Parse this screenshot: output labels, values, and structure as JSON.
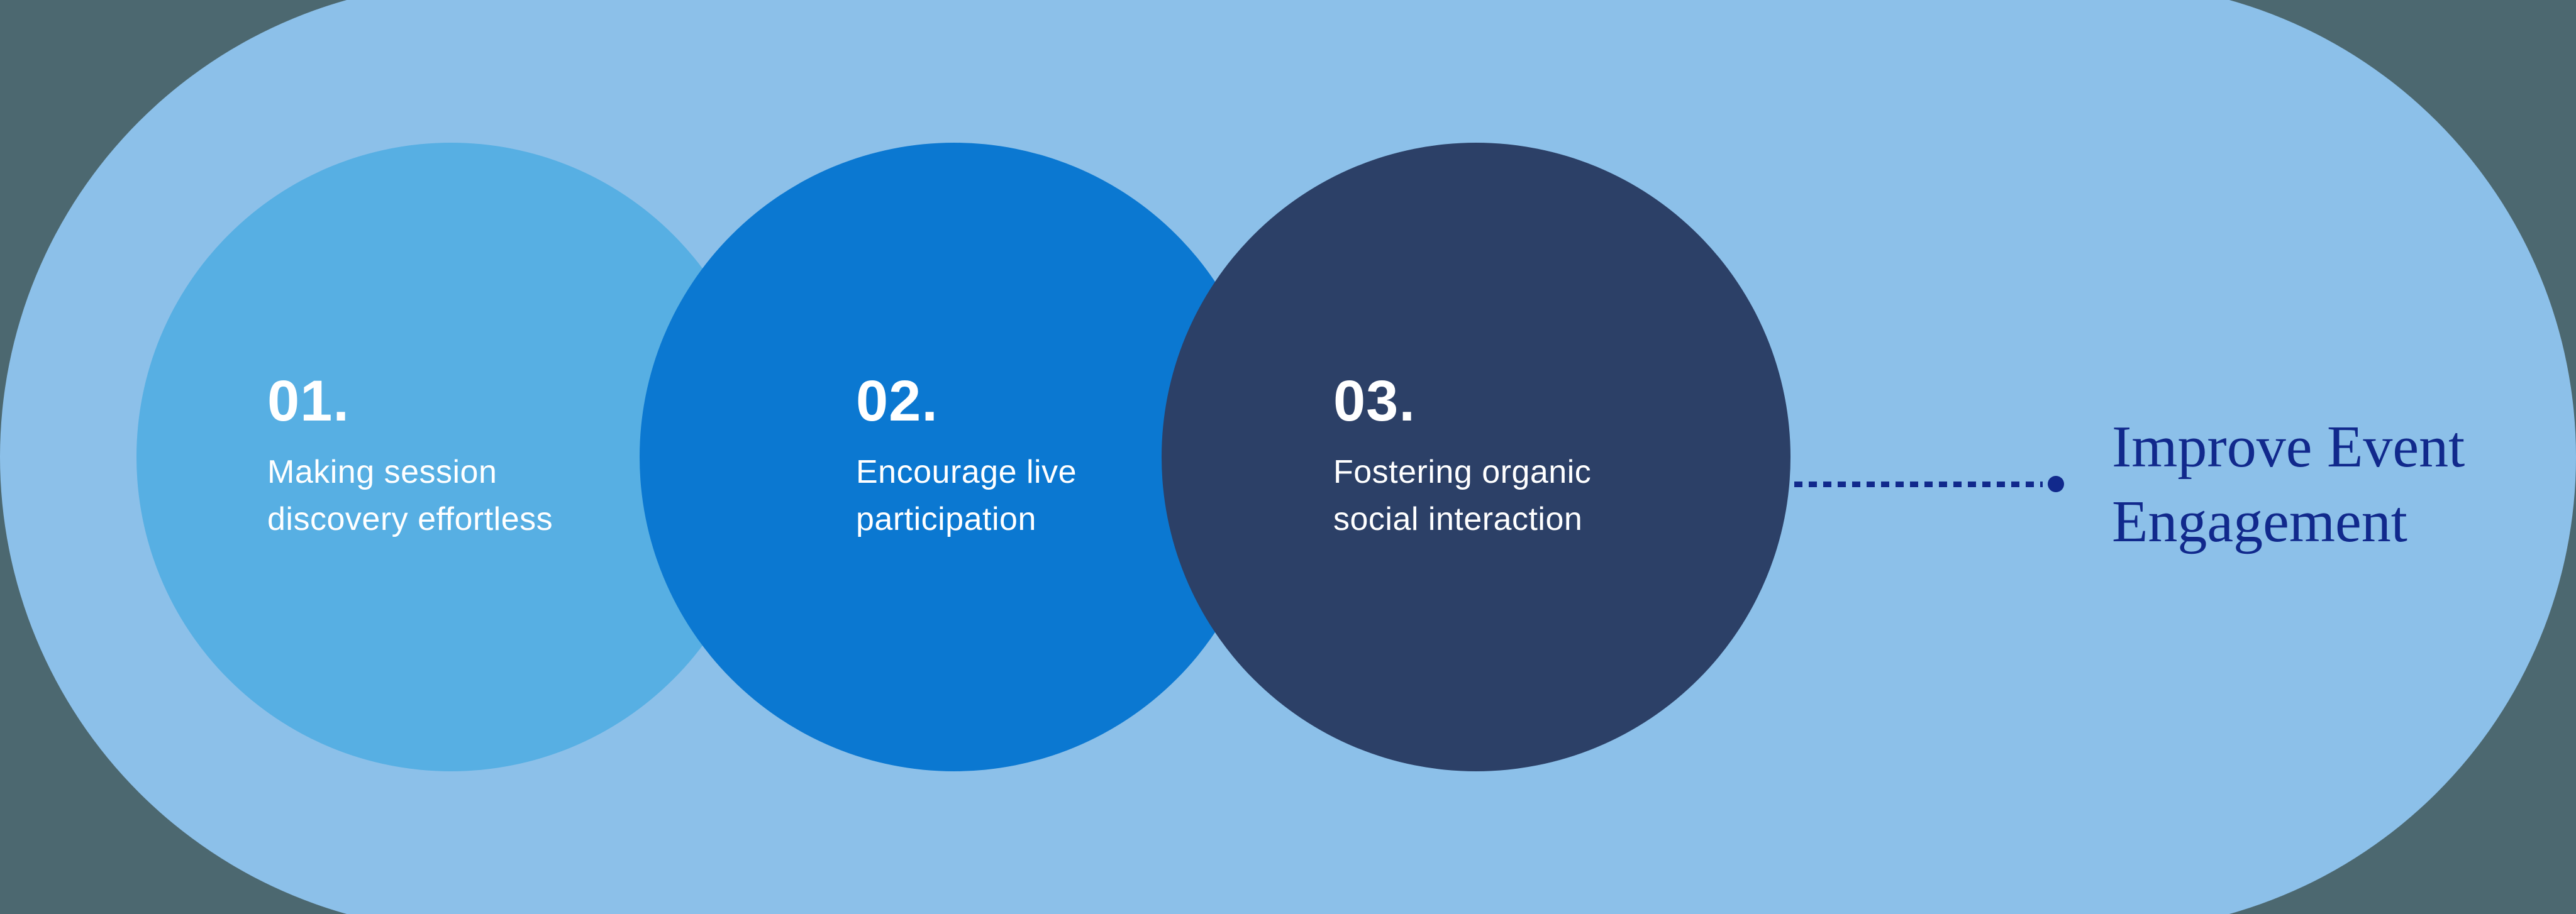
{
  "steps": [
    {
      "number": "01.",
      "label": "Making session\ndiscovery effortless"
    },
    {
      "number": "02.",
      "label": "Encourage live\nparticipation"
    },
    {
      "number": "03.",
      "label": "Fostering organic\nsocial interaction"
    }
  ],
  "outcome": {
    "label": "Improve Event\nEngagement"
  },
  "colors": {
    "bg-outside": "#4c6870",
    "pill": "#8cc0e9",
    "circle-1": "#57afe3",
    "circle-2": "#0b78d1",
    "circle-3": "#2c4067",
    "accent-navy": "#11298c",
    "text-on-circle": "#ffffff"
  }
}
